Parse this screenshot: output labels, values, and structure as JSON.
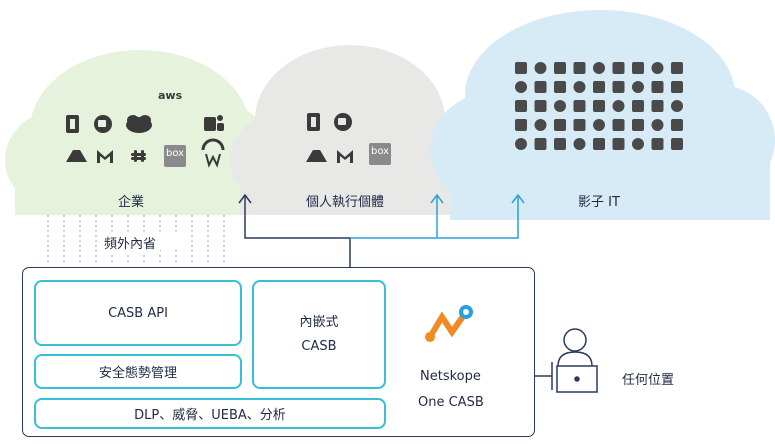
{
  "clouds": [
    {
      "id": "enterprise",
      "label": "企業",
      "color": "#e6f2dc"
    },
    {
      "id": "personal",
      "label": "個人執行個體",
      "color": "#e8e8e6"
    },
    {
      "id": "shadow",
      "label": "影子 IT",
      "color": "#d7ebf7"
    }
  ],
  "app_icons": {
    "enterprise": [
      "office-icon",
      "zoom-icon",
      "salesforce-icon",
      "aws-icon",
      "teams-icon",
      "google-drive-icon",
      "gmail-icon",
      "slack-icon",
      "box-icon",
      "workday-icon"
    ],
    "aws_text": "aws",
    "box_text": "box",
    "personal": [
      "office-icon",
      "zoom-icon",
      "google-drive-icon",
      "gmail-icon",
      "box-icon"
    ]
  },
  "out_of_band": "頻外內省",
  "boxes": {
    "casb_api": "CASB API",
    "posture": "安全態勢管理",
    "inline_1": "內嵌式",
    "inline_2": "CASB",
    "dlp": "DLP、威脅、UEBA、分析"
  },
  "netskope": {
    "line1": "Netskope",
    "line2": "One CASB"
  },
  "user_label": "任何位置",
  "colors": {
    "accent": "#35c0d8",
    "dark": "#2a3a5c",
    "orange": "#f08a24",
    "blue": "#2aa0dc"
  }
}
